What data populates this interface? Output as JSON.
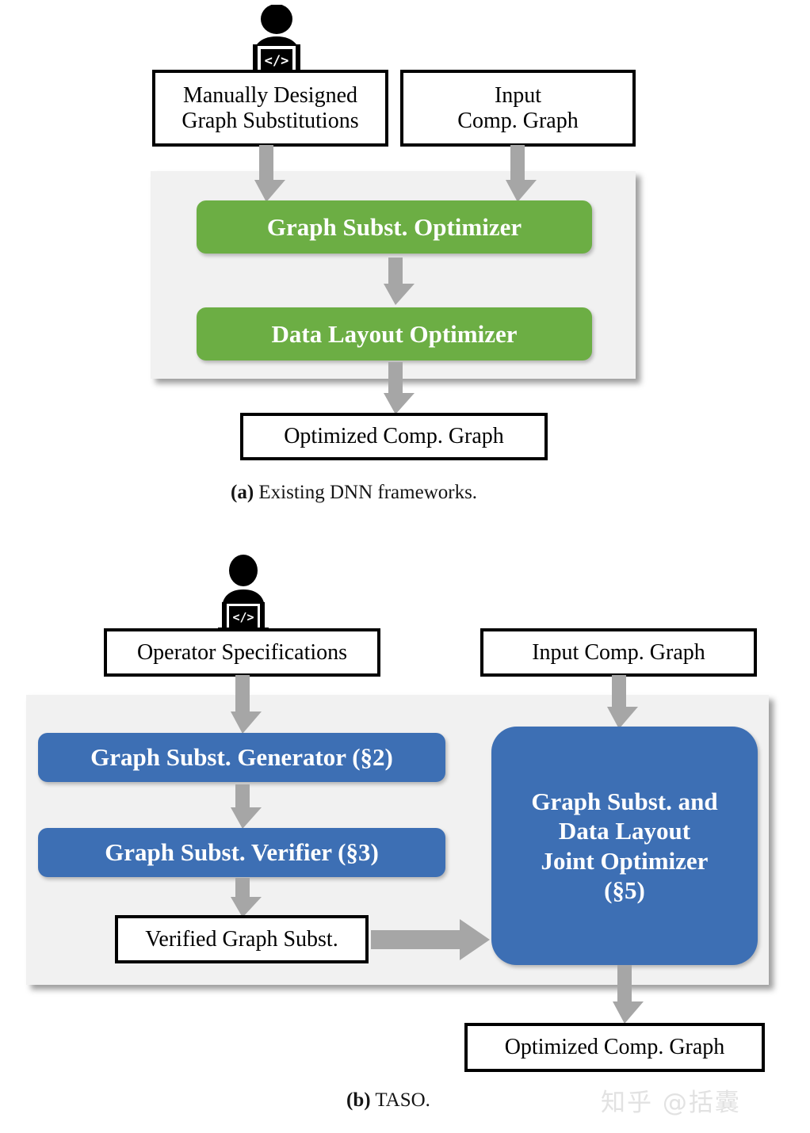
{
  "figure": {
    "title_domain": "diagram",
    "colors": {
      "green": "#6cae44",
      "blue": "#3d6fb4",
      "panel_gray": "#f1f1f1",
      "arrow_gray": "#a6a6a6",
      "box_border": "#000000",
      "watermark": "#e2e2e2"
    },
    "watermark": "知乎 @括囊"
  },
  "panel_a": {
    "caption_label": "(a)",
    "caption_text": "Existing DNN frameworks.",
    "person_icon": "person-at-laptop-icon",
    "inputs": [
      {
        "name": "manually-designed-graph-substitutions",
        "line1": "Manually Designed",
        "line2": "Graph Substitutions"
      },
      {
        "name": "input-comp-graph",
        "line1": "Input",
        "line2": "Comp. Graph"
      }
    ],
    "stages": [
      {
        "name": "graph-subst-optimizer",
        "label": "Graph Subst.  Optimizer",
        "color": "#6cae44"
      },
      {
        "name": "data-layout-optimizer",
        "label": "Data Layout Optimizer",
        "color": "#6cae44"
      }
    ],
    "output": {
      "name": "optimized-comp-graph",
      "label": "Optimized Comp. Graph"
    },
    "arrows": [
      "manually-designed-subst-to-graph-subst-optimizer",
      "input-comp-graph-to-graph-subst-optimizer",
      "graph-subst-optimizer-to-data-layout-optimizer",
      "data-layout-optimizer-to-optimized-comp-graph"
    ]
  },
  "panel_b": {
    "caption_label": "(b)",
    "caption_text": "TASO.",
    "person_icon": "person-at-laptop-icon",
    "inputs": [
      {
        "name": "operator-specifications",
        "label": "Operator Specifications"
      },
      {
        "name": "input-comp-graph",
        "label": "Input Comp. Graph"
      }
    ],
    "stages_left": [
      {
        "name": "graph-subst-generator",
        "label": "Graph Subst. Generator (§2)",
        "color": "#3d6fb4"
      },
      {
        "name": "graph-subst-verifier",
        "label": "Graph Subst.  Verifier (§3)",
        "color": "#3d6fb4"
      }
    ],
    "intermediate": {
      "name": "verified-graph-subst",
      "label": "Verified Graph Subst."
    },
    "stage_right": {
      "name": "graph-subst-and-data-layout-joint-optimizer",
      "line1": "Graph Subst. and",
      "line2": "Data Layout",
      "line3": "Joint Optimizer",
      "line4": "(§5)",
      "color": "#3d6fb4"
    },
    "output": {
      "name": "optimized-comp-graph",
      "label": "Optimized Comp. Graph"
    },
    "arrows": [
      "operator-specifications-to-graph-subst-generator",
      "input-comp-graph-to-joint-optimizer",
      "graph-subst-generator-to-graph-subst-verifier",
      "graph-subst-verifier-to-verified-graph-subst",
      "verified-graph-subst-to-joint-optimizer",
      "joint-optimizer-to-optimized-comp-graph"
    ]
  }
}
